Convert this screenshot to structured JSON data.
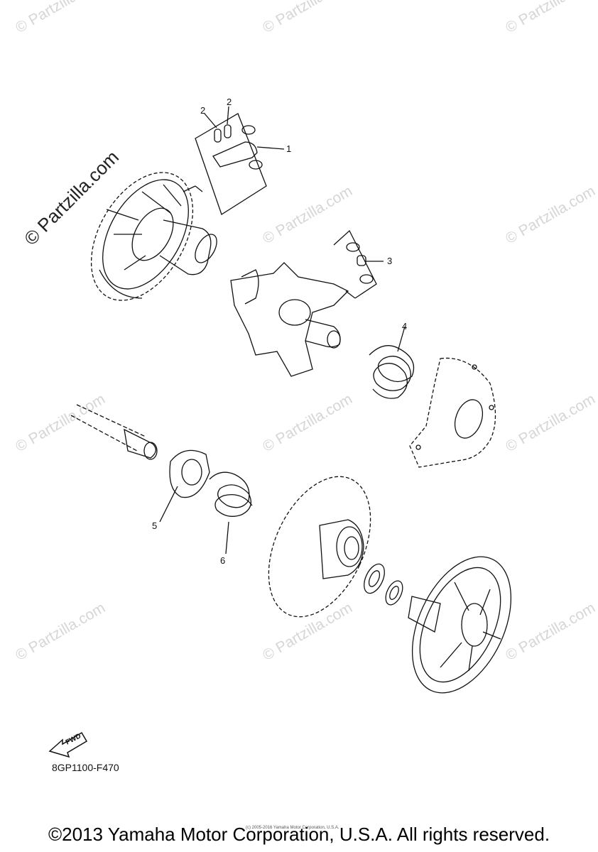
{
  "watermark": {
    "text": "© Partzilla.com",
    "prominent_text": "© Partzilla.com"
  },
  "callouts": {
    "c1": "1",
    "c2a": "2",
    "c2b": "2",
    "c3": "3",
    "c4": "4",
    "c5": "5",
    "c6": "6"
  },
  "fwd_label": "FWD",
  "part_code": "8GP1100-F470",
  "small_copyright": "(c) 2005-2016 Yamaha Motor Corporation, U.S.A.",
  "copyright": "©2013 Yamaha Motor Corporation, U.S.A. All rights reserved.",
  "colors": {
    "line": "#111111",
    "watermark": "#d6d6d6"
  }
}
